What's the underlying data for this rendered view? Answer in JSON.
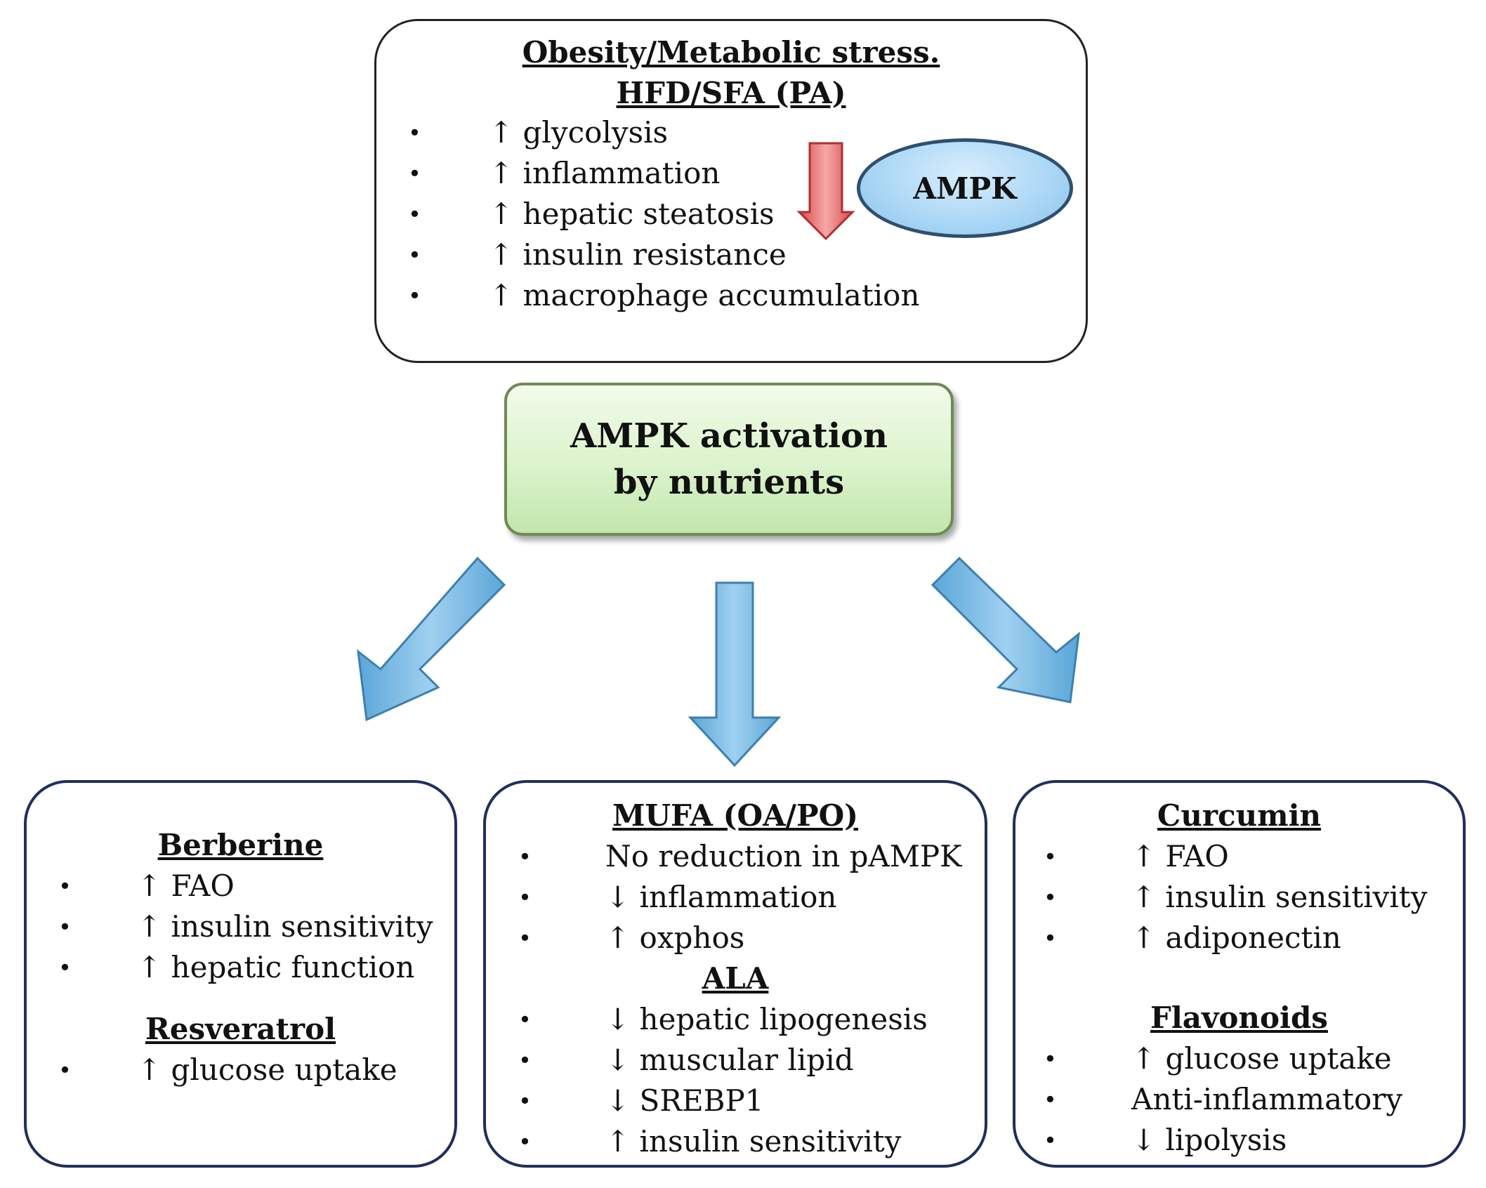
{
  "top_box": {
    "title_line1": "Obesity/Metabolic stress.",
    "title_line2": "HFD/SFA (PA)",
    "items": [
      {
        "bullet": "•",
        "text": "↑ glycolysis"
      },
      {
        "bullet": "•",
        "text": "↑ inflammation"
      },
      {
        "bullet": "•",
        "text": "↑ hepatic steatosis"
      },
      {
        "bullet": "•",
        "text": "↑ insulin resistance"
      },
      {
        "bullet": "•",
        "text": "↑ macrophage accumulation"
      }
    ],
    "ampk_label": "AMPK"
  },
  "center_box": {
    "line1": "AMPK activation",
    "line2": "by nutrients"
  },
  "left_panel": {
    "heading1": "Berberine",
    "items1": [
      {
        "bullet": "•",
        "text": "↑ FAO"
      },
      {
        "bullet": "•",
        "text": "↑ insulin sensitivity"
      },
      {
        "bullet": "•",
        "text": "↑ hepatic function"
      }
    ],
    "heading2": "Resveratrol",
    "items2": [
      {
        "bullet": "•",
        "text": "↑ glucose uptake"
      }
    ]
  },
  "center_panel": {
    "heading1": "MUFA (OA/PO)",
    "items1": [
      {
        "bullet": "•",
        "text": "No reduction in pAMPK"
      },
      {
        "bullet": "•",
        "text": "↓ inflammation"
      },
      {
        "bullet": "•",
        "text": "↑ oxphos"
      }
    ],
    "heading2": "ALA",
    "items2": [
      {
        "bullet": "•",
        "text": "↓ hepatic lipogenesis"
      },
      {
        "bullet": "•",
        "text": "↓ muscular lipid"
      },
      {
        "bullet": "•",
        "text": "↓ SREBP1"
      },
      {
        "bullet": "•",
        "text": "↑ insulin sensitivity"
      }
    ]
  },
  "right_panel": {
    "heading1": "Curcumin",
    "items1": [
      {
        "bullet": "•",
        "text": "↑ FAO"
      },
      {
        "bullet": "•",
        "text": "↑ insulin sensitivity"
      },
      {
        "bullet": "•",
        "text": "↑ adiponectin"
      }
    ],
    "heading2": "Flavonoids",
    "items2": [
      {
        "bullet": "•",
        "text": "↑ glucose uptake"
      },
      {
        "bullet": "•",
        "text": "Anti-inflammatory"
      },
      {
        "bullet": "•",
        "text": "↓ lipolysis"
      }
    ]
  },
  "colors": {
    "blue_arrow": "#7fbfe8",
    "red_arrow": "#e88888",
    "activation_box": "#d8f0c8",
    "ampk_ellipse": "#a9d6f5",
    "panel_border": "#1f2f5c"
  },
  "icons": {
    "down_arrow_red": "decrease-arrow-icon",
    "flow_arrows": "flow-arrow-icon"
  }
}
